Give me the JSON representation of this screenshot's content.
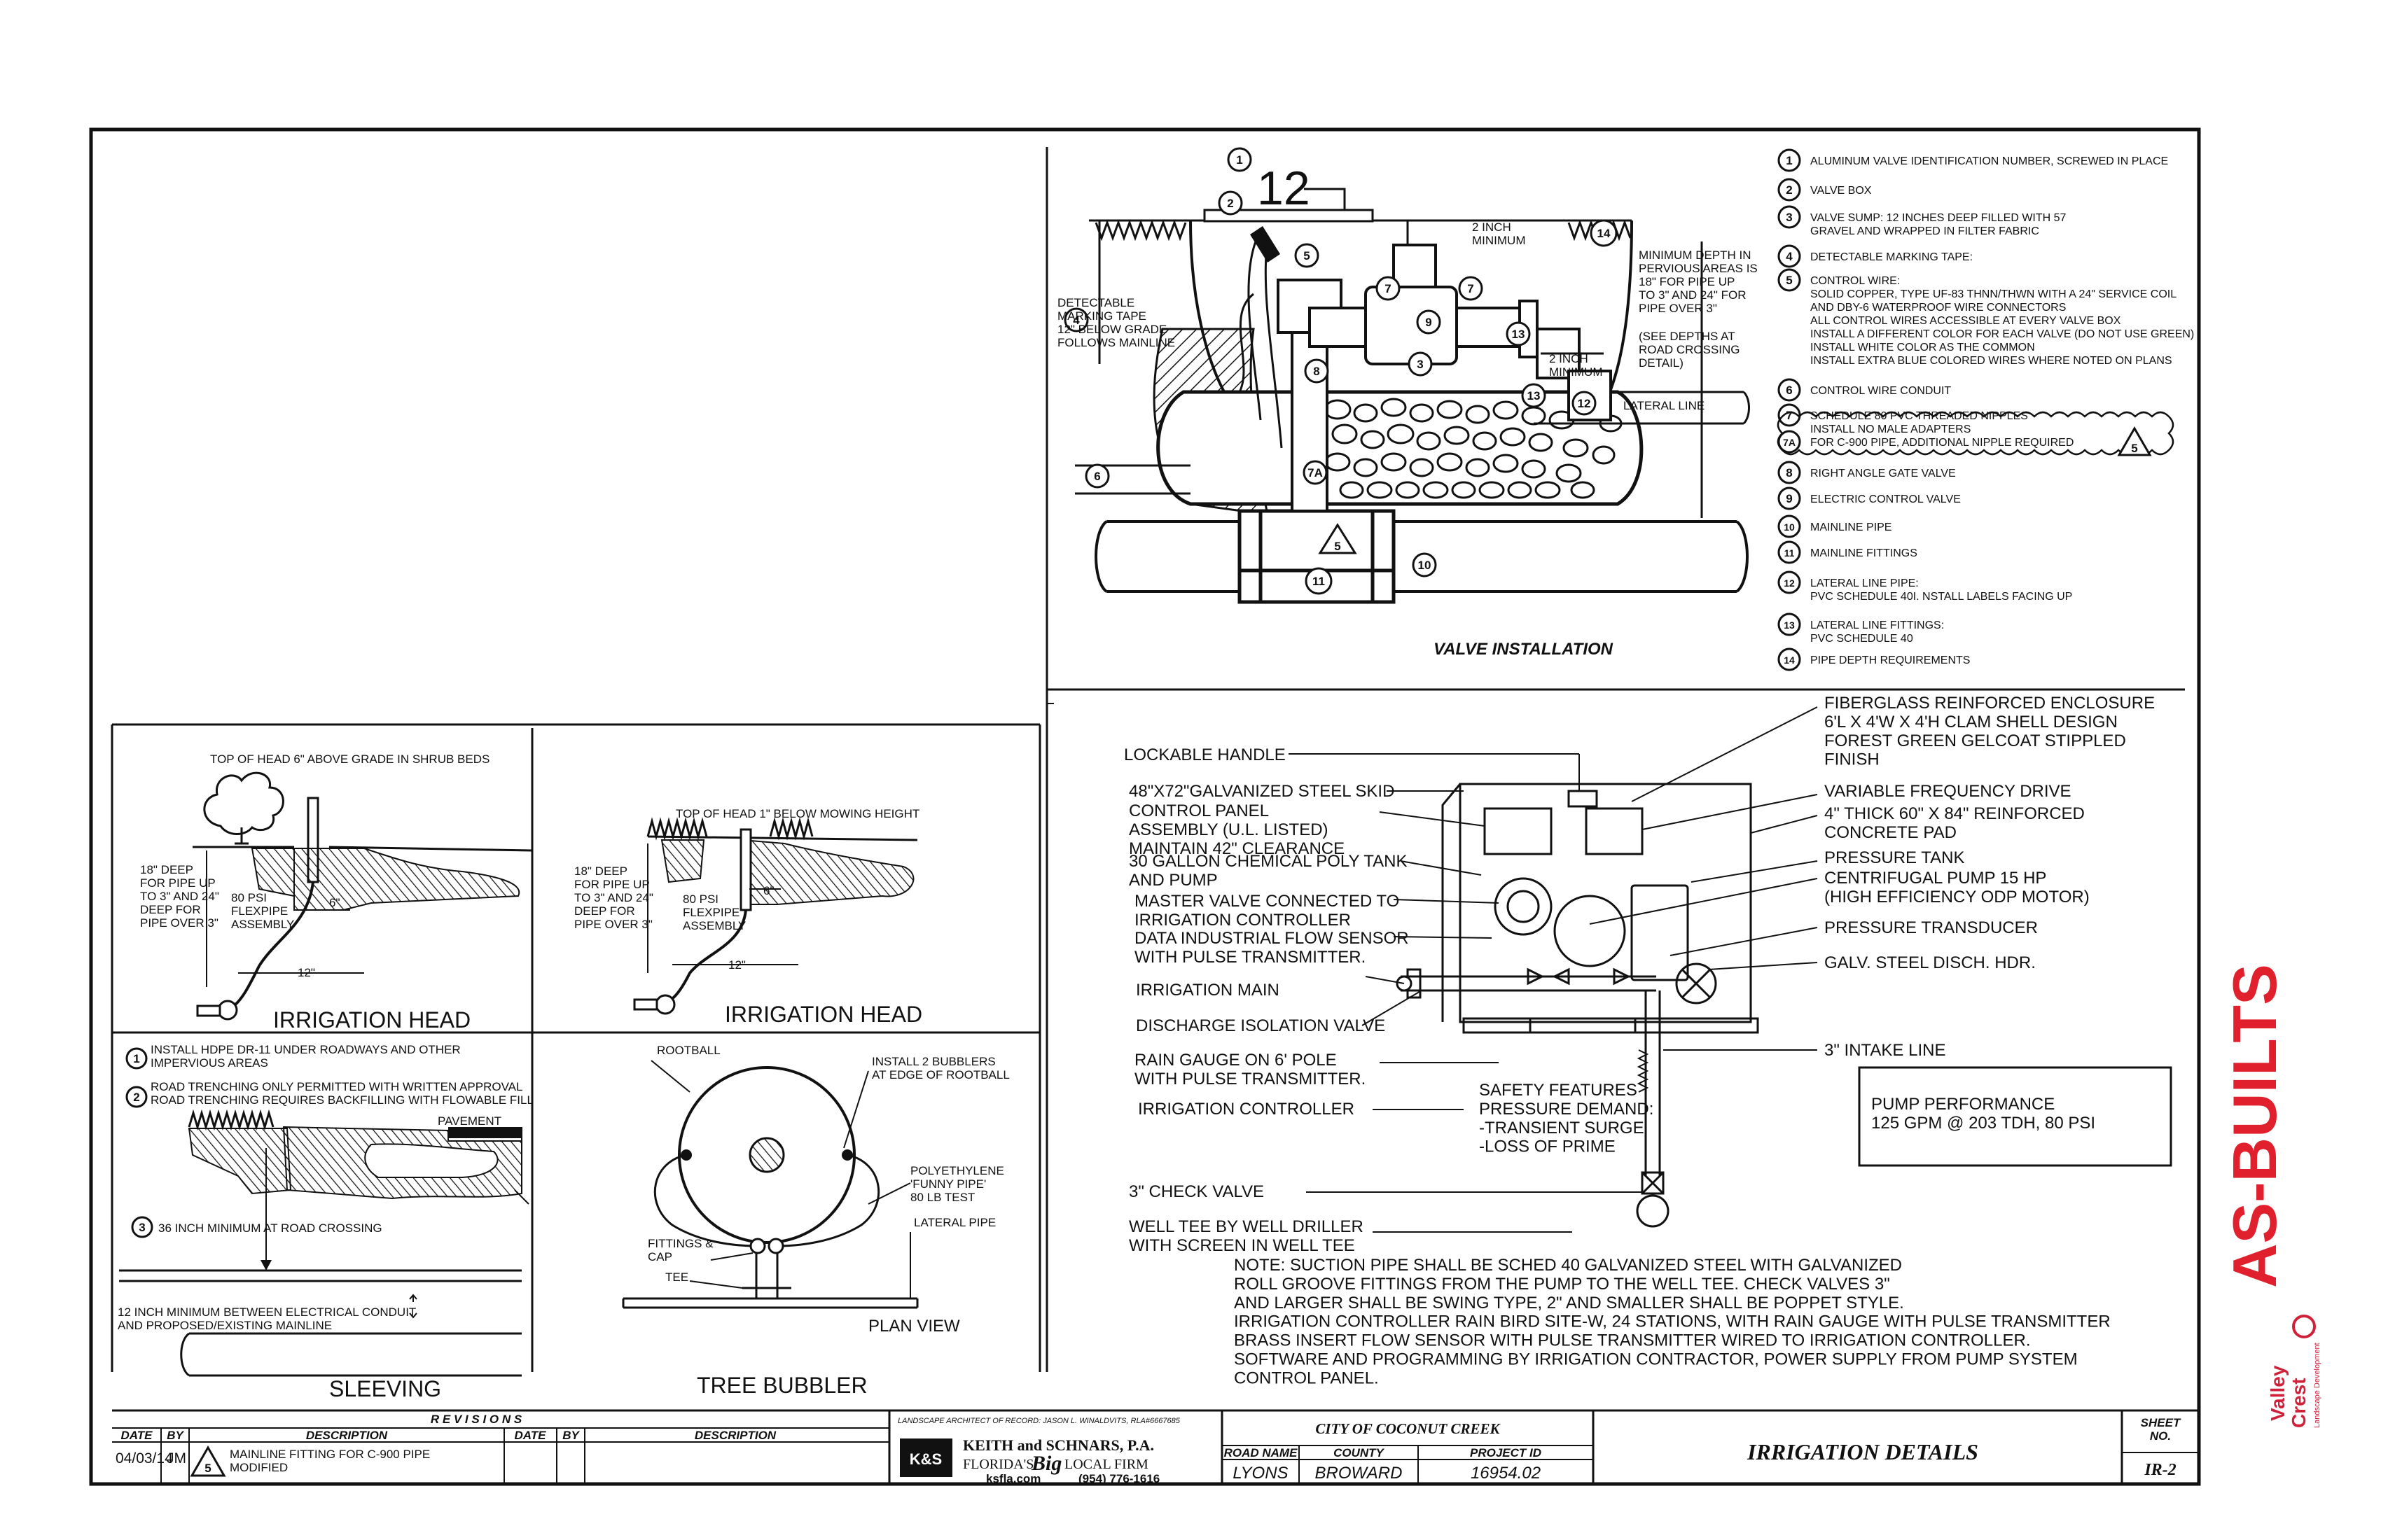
{
  "colors": {
    "ink": "#111111",
    "asbuilts": "#e0202c",
    "valley": "#d0213a"
  },
  "valve_installation": {
    "title": "VALVE INSTALLATION",
    "valve_number": "12",
    "label_2inch_min": "2 INCH\nMINIMUM",
    "label_detectable": "DETECTABLE\nMARKING TAPE\n12\" BELOW GRADE\nFOLLOWS MAINLINE",
    "label_min_depth": "MINIMUM DEPTH IN\nPERVIOUS AREAS IS\n18\" FOR PIPE UP\nTO 3\" AND 24\" FOR\nPIPE OVER 3\"",
    "label_see_depths": "(SEE DEPTHS AT\nROAD CROSSING\nDETAIL)",
    "label_2inch_min_b": "2 INCH\nMINIMUM",
    "label_lateral": "LATERAL LINE",
    "legend": [
      {
        "n": "1",
        "text": "ALUMINUM VALVE IDENTIFICATION NUMBER, SCREWED IN PLACE"
      },
      {
        "n": "2",
        "text": "VALVE BOX"
      },
      {
        "n": "3",
        "text": "VALVE SUMP: 12 INCHES DEEP FILLED WITH 57\nGRAVEL AND WRAPPED IN FILTER FABRIC"
      },
      {
        "n": "4",
        "text": "DETECTABLE MARKING TAPE:"
      },
      {
        "n": "5",
        "text": "CONTROL WIRE:\nSOLID COPPER, TYPE UF-83 THNN/THWN WITH A 24\" SERVICE COIL\nAND DBY-6 WATERPROOF WIRE CONNECTORS\nALL CONTROL WIRES ACCESSIBLE AT EVERY VALVE BOX\nINSTALL A DIFFERENT COLOR FOR EACH VALVE (DO NOT USE GREEN)\nINSTALL WHITE COLOR AS THE COMMON\nINSTALL EXTRA BLUE COLORED WIRES WHERE NOTED ON PLANS"
      },
      {
        "n": "6",
        "text": "CONTROL WIRE CONDUIT"
      },
      {
        "n": "7",
        "text": "SCHEDULE 80 PVC THREADED NIPPLES\nINSTALL  NO MALE ADAPTERS"
      },
      {
        "n": "7A",
        "text": "FOR C-900 PIPE, ADDITIONAL NIPPLE REQUIRED"
      },
      {
        "n": "8",
        "text": "RIGHT ANGLE GATE VALVE"
      },
      {
        "n": "9",
        "text": "ELECTRIC CONTROL VALVE"
      },
      {
        "n": "10",
        "text": "MAINLINE PIPE"
      },
      {
        "n": "11",
        "text": "MAINLINE FITTINGS"
      },
      {
        "n": "12",
        "text": "LATERAL LINE PIPE:\nPVC SCHEDULE 40I. NSTALL LABELS FACING UP"
      },
      {
        "n": "13",
        "text": "LATERAL LINE FITTINGS:\nPVC SCHEDULE 40"
      },
      {
        "n": "14",
        "text": "PIPE DEPTH REQUIREMENTS"
      }
    ],
    "rev_mark": "5"
  },
  "pump": {
    "left_labels": [
      "LOCKABLE HANDLE",
      "48\"X72\"GALVANIZED STEEL SKID",
      "CONTROL PANEL\nASSEMBLY (U.L. LISTED)\nMAINTAIN 42\" CLEARANCE",
      "30 GALLON CHEMICAL POLY TANK\nAND PUMP",
      "MASTER VALVE CONNECTED TO\nIRRIGATION CONTROLLER",
      "DATA INDUSTRIAL FLOW SENSOR\nWITH PULSE TRANSMITTER.",
      "IRRIGATION MAIN",
      "DISCHARGE ISOLATION VALVE",
      "RAIN GAUGE ON 6' POLE\nWITH PULSE TRANSMITTER.",
      "IRRIGATION CONTROLLER",
      "3\" CHECK VALVE",
      "WELL TEE BY WELL DRILLER\nWITH SCREEN IN WELL TEE"
    ],
    "right_labels": [
      "FIBERGLASS REINFORCED ENCLOSURE\n6'L X 4'W X 4'H CLAM SHELL DESIGN\nFOREST GREEN GELCOAT STIPPLED\nFINISH",
      "VARIABLE FREQUENCY DRIVE",
      "4\" THICK 60\" X 84\" REINFORCED\nCONCRETE PAD",
      "PRESSURE TANK",
      "CENTRIFUGAL PUMP 15 HP\n(HIGH EFFICIENCY ODP MOTOR)",
      "PRESSURE TRANSDUCER",
      "GALV. STEEL DISCH. HDR.",
      "3\"  INTAKE LINE"
    ],
    "safety": "SAFETY FEATURES\nPRESSURE DEMAND:\n-TRANSIENT SURGE\n-LOSS OF PRIME",
    "performance": "PUMP PERFORMANCE\n125 GPM @ 203 TDH, 80 PSI",
    "note": "NOTE: SUCTION PIPE SHALL BE SCHED 40 GALVANIZED STEEL WITH GALVANIZED\nROLL GROOVE FITTINGS FROM THE PUMP TO THE WELL TEE. CHECK VALVES 3\"\nAND LARGER SHALL BE SWING TYPE, 2\" AND SMALLER SHALL BE POPPET STYLE.\nIRRIGATION CONTROLLER RAIN BIRD SITE-W, 24 STATIONS, WITH RAIN GAUGE WITH PULSE TRANSMITTER\nBRASS INSERT FLOW SENSOR WITH PULSE TRANSMITTER WIRED TO IRRIGATION CONTROLLER.\nSOFTWARE AND PROGRAMMING BY IRRIGATION CONTRACTOR, POWER SUPPLY FROM PUMP SYSTEM\nCONTROL PANEL."
  },
  "head1": {
    "top": "TOP OF HEAD 6\" ABOVE GRADE IN SHRUB BEDS",
    "depth": "18\" DEEP\nFOR PIPE UP\nTO 3\" AND 24\"\nDEEP FOR\nPIPE OVER 3\"",
    "flex": "80 PSI\nFLEXPIPE\nASSEMBLY",
    "d6": "6\"",
    "d12": "12\"",
    "title": "IRRIGATION HEAD"
  },
  "head2": {
    "top": "TOP OF HEAD 1\" BELOW MOWING HEIGHT",
    "depth": "18\" DEEP\nFOR PIPE UP\nTO 3\" AND 24\"\nDEEP FOR\nPIPE OVER 3\"",
    "flex": "80 PSI\nFLEXPIPE\nASSEMBLY",
    "d6": "6\"",
    "d12": "12\"",
    "title": "IRRIGATION HEAD"
  },
  "sleeving": {
    "n1": "1",
    "t1": "INSTALL HDPE DR-11 UNDER ROADWAYS AND OTHER\nIMPERVIOUS AREAS",
    "n2": "2",
    "t2": "ROAD TRENCHING ONLY PERMITTED WITH WRITTEN APPROVAL\nROAD TRENCHING REQUIRES BACKFILLING WITH FLOWABLE FILL",
    "pavement": "PAVEMENT",
    "n3": "3",
    "t3": "36 INCH MINIMUM AT ROAD CROSSING",
    "t4": "12 INCH MINIMUM BETWEEN ELECTRICAL CONDUIT\nAND PROPOSED/EXISTING MAINLINE",
    "title": "SLEEVING"
  },
  "bubbler": {
    "rootball": "ROOTBALL",
    "install": "INSTALL 2 BUBBLERS\nAT EDGE OF ROOTBALL",
    "poly": "POLYETHYLENE\n'FUNNY PIPE'\n80 LB TEST",
    "lateral": "LATERAL PIPE",
    "fittings": "FITTINGS &\nCAP",
    "tee": "TEE",
    "plan": "PLAN VIEW",
    "title": "TREE BUBBLER"
  },
  "titleblock": {
    "revisions": "R E V I S I O N S",
    "h_date": "DATE",
    "h_by": "BY",
    "h_desc": "DESCRIPTION",
    "h_date2": "DATE",
    "h_by2": "BY",
    "h_desc2": "DESCRIPTION",
    "rev_date": "04/03/14",
    "rev_by": "JM",
    "rev_num": "5",
    "rev_desc": "MAINLINE FITTING FOR C-900 PIPE\nMODIFIED",
    "la_record": "LANDSCAPE ARCHITECT OF RECORD: JASON L. WINALDVITS, RLA#6667685",
    "firm": "KEITH and SCHNARS, P.A.",
    "firm_tag_a": "FLORIDA'S",
    "firm_tag_b": "Big",
    "firm_tag_c": "LOCAL FIRM",
    "firm_web": "ksfla.com",
    "firm_phone": "(954) 776-1616",
    "firm_logo": "K&S",
    "city": "CITY OF COCONUT CREEK",
    "h_road": "ROAD NAME",
    "h_county": "COUNTY",
    "h_project": "PROJECT ID",
    "road": "LYONS",
    "county": "BROWARD",
    "project": "16954.02",
    "sheet_title": "IRRIGATION DETAILS",
    "sheet_label": "SHEET\nNO.",
    "sheet_no": "IR-2"
  },
  "stamp": {
    "asbuilts": "AS-BUILTS",
    "valley_a": "Valley",
    "valley_b": "Crest",
    "valley_c": "Landscape Development"
  }
}
